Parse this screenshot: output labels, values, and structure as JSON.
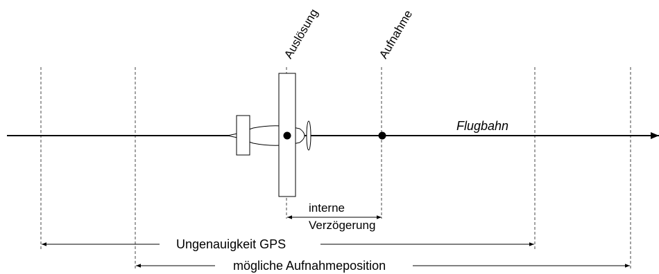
{
  "labels": {
    "trigger": "Auslösung",
    "capture": "Aufnahme",
    "flight_path": "Flugbahn",
    "delay_line1": "interne",
    "delay_line2": "Verzögerung",
    "gps_inaccuracy": "Ungenauigkeit GPS",
    "possible_position": "mögliche Aufnahmeposition"
  }
}
